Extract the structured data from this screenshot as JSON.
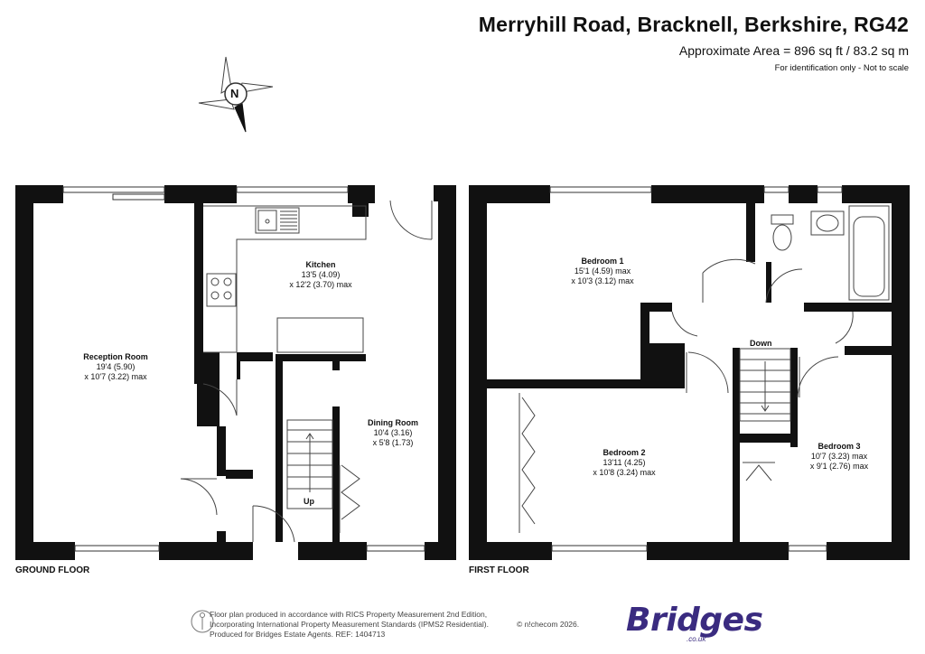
{
  "header": {
    "title": "Merryhill Road, Bracknell, Berkshire, RG42",
    "area": "Approximate Area = 896 sq ft / 83.2 sq m",
    "scale_note": "For identification only - Not to scale"
  },
  "compass": {
    "label": "N"
  },
  "ground_floor": {
    "label": "GROUND FLOOR",
    "rooms": [
      {
        "name": "Reception Room",
        "dim1": "19'4 (5.90)",
        "dim2": "x 10'7 (3.22) max"
      },
      {
        "name": "Kitchen",
        "dim1": "13'5 (4.09)",
        "dim2": "x 12'2 (3.70) max"
      },
      {
        "name": "Dining Room",
        "dim1": "10'4 (3.16)",
        "dim2": "x 5'8 (1.73)"
      }
    ],
    "stairs_label": "Up"
  },
  "first_floor": {
    "label": "FIRST FLOOR",
    "rooms": [
      {
        "name": "Bedroom 1",
        "dim1": "15'1 (4.59) max",
        "dim2": "x 10'3 (3.12) max"
      },
      {
        "name": "Bedroom 2",
        "dim1": "13'11 (4.25)",
        "dim2": "x 10'8 (3.24) max"
      },
      {
        "name": "Bedroom 3",
        "dim1": "10'7 (3.23) max",
        "dim2": "x 9'1 (2.76) max"
      }
    ],
    "stairs_label": "Down"
  },
  "footer": {
    "line1": "Floor plan produced in accordance with RICS Property Measurement 2nd Edition,",
    "line2": "Incorporating International Property Measurement Standards (IPMS2 Residential).",
    "line3": "Produced for Bridges Estate Agents.   REF: 1404713",
    "copyright": "© n!checom 2026.",
    "brand": "Bridges",
    "brand_sub": ".co.uk"
  },
  "colors": {
    "wall": "#111111",
    "brand": "#3a2b80",
    "fixture": "#555555"
  }
}
